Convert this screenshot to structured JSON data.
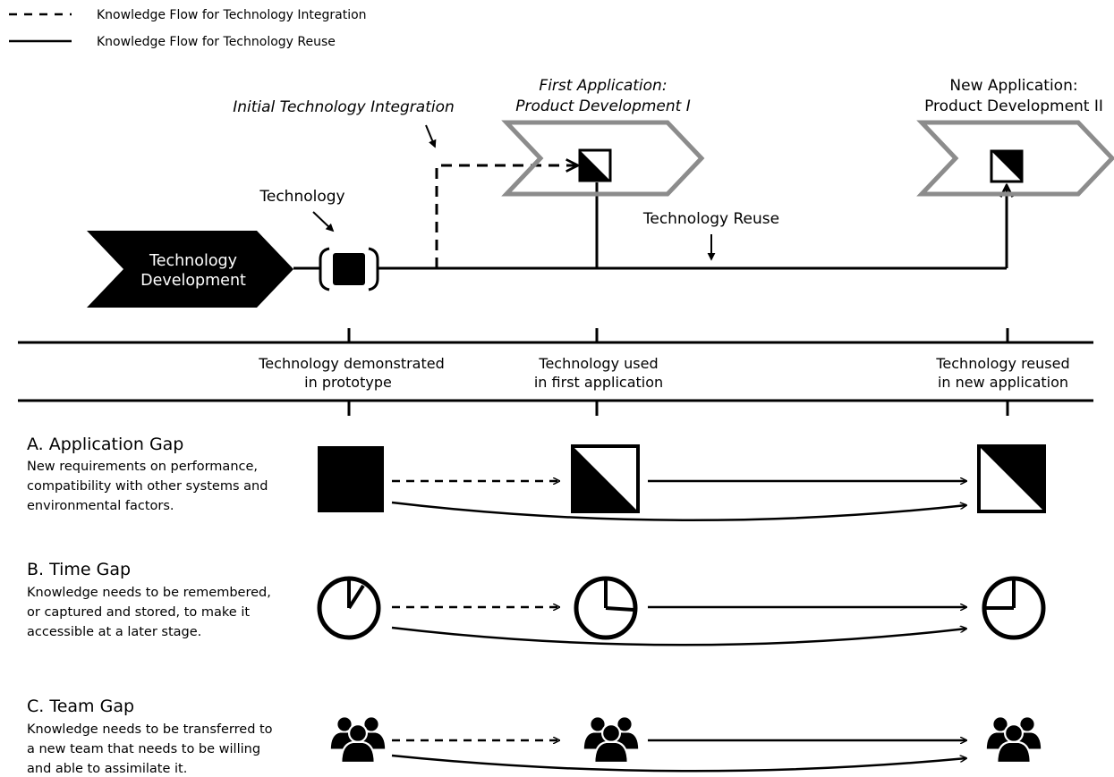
{
  "legend": {
    "dashed": "Knowledge Flow for Technology Integration",
    "solid": "Knowledge Flow for Technology Reuse"
  },
  "top": {
    "tech_dev": [
      "Technology",
      "Development"
    ],
    "technology": "Technology",
    "initial_integration": "Initial Technology Integration",
    "first_app": [
      "First Application:",
      "Product Development I"
    ],
    "new_app": [
      "New Application:",
      "Product Development II"
    ],
    "reuse": "Technology Reuse"
  },
  "timeline": {
    "milestones": [
      [
        "Technology demonstrated",
        "in prototype"
      ],
      [
        "Technology used",
        "in first application"
      ],
      [
        "Technology reused",
        "in new application"
      ]
    ]
  },
  "gaps": [
    {
      "title": "A. Application Gap",
      "desc": [
        "New requirements on performance,",
        "compatibility with other systems and",
        "environmental factors."
      ],
      "icon": "square-icon"
    },
    {
      "title": "B. Time Gap",
      "desc": [
        "Knowledge needs to be remembered,",
        "or captured and stored, to make it",
        "accessible at a later stage."
      ],
      "icon": "clock-icon"
    },
    {
      "title": "C. Team Gap",
      "desc": [
        "Knowledge needs to be transferred to",
        "a new team that needs to be willing",
        "and able to assimilate it."
      ],
      "icon": "team-icon"
    }
  ],
  "colors": {
    "ink": "#000000",
    "chevron_outline": "#8c8c8c",
    "background": "#ffffff"
  }
}
